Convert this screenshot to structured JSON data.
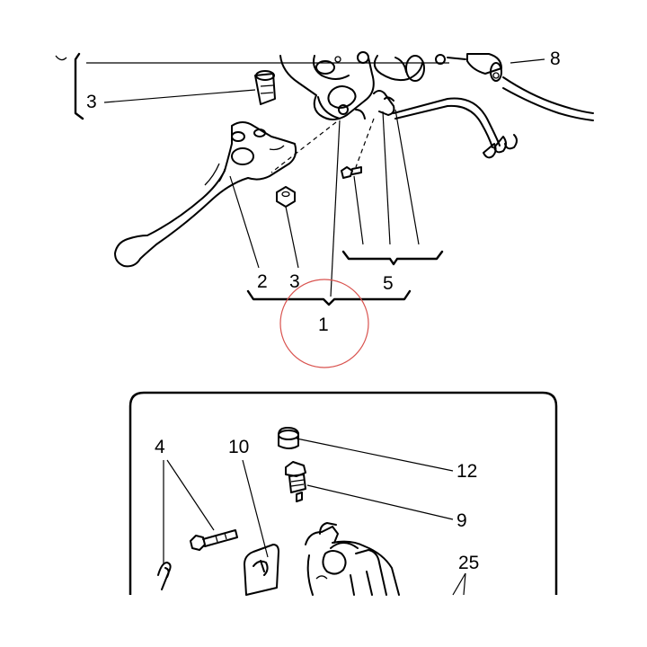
{
  "callouts": {
    "top_8": "8",
    "top_3": "3",
    "lever_2": "2",
    "lever_3": "3",
    "switch_5": "5",
    "assembly_1": "1",
    "inset_4": "4",
    "inset_10": "10",
    "inset_12": "12",
    "inset_9": "9",
    "inset_25": "25"
  },
  "colors": {
    "line": "#000000",
    "highlight_circle": "#d9534f",
    "background": "#ffffff"
  }
}
